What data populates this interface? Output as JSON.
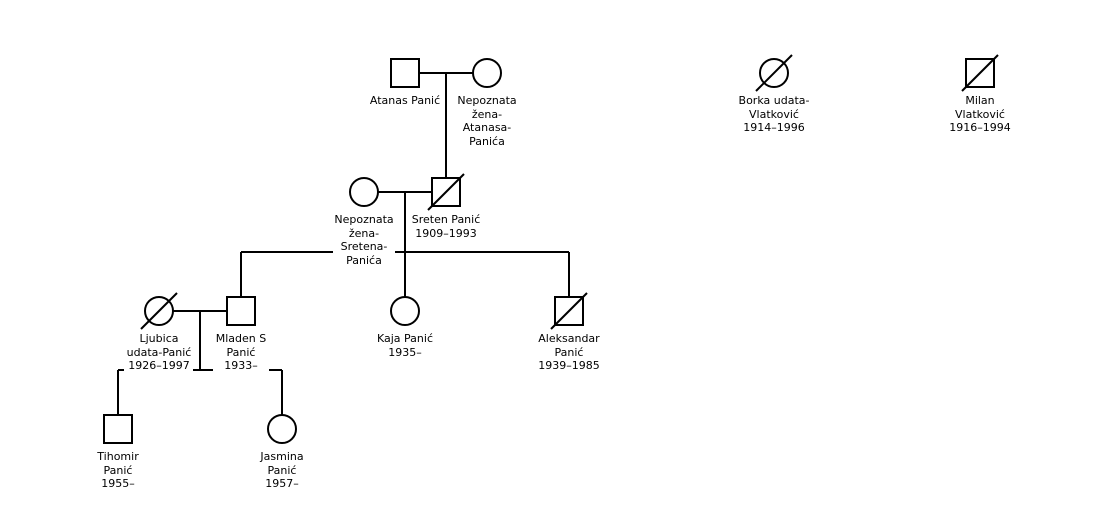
{
  "people": [
    {
      "id": "atanas",
      "sex": "male",
      "deceased": false,
      "name_lines": [
        "Atanas Panić"
      ],
      "dates": ""
    },
    {
      "id": "nepoznata-atanas",
      "sex": "female",
      "deceased": false,
      "name_lines": [
        "Nepoznata",
        "žena-",
        "Atanasa-",
        "Panića"
      ],
      "dates": ""
    },
    {
      "id": "borka",
      "sex": "female",
      "deceased": true,
      "name_lines": [
        "Borka udata-",
        "Vlatković"
      ],
      "dates": "1914–1996"
    },
    {
      "id": "milan",
      "sex": "male",
      "deceased": true,
      "name_lines": [
        "Milan",
        "Vlatković"
      ],
      "dates": "1916–1994"
    },
    {
      "id": "nepoznata-sreten",
      "sex": "female",
      "deceased": false,
      "name_lines": [
        "Nepoznata",
        "žena-",
        "Sretena-",
        "Panića"
      ],
      "dates": ""
    },
    {
      "id": "sreten",
      "sex": "male",
      "deceased": true,
      "name_lines": [
        "Sreten Panić"
      ],
      "dates": "1909–1993"
    },
    {
      "id": "ljubica",
      "sex": "female",
      "deceased": true,
      "name_lines": [
        "Ljubica",
        "udata-Panić"
      ],
      "dates": "1926–1997"
    },
    {
      "id": "mladen",
      "sex": "male",
      "deceased": false,
      "name_lines": [
        "Mladen S",
        "Panić"
      ],
      "dates": "1933–"
    },
    {
      "id": "kaja",
      "sex": "female",
      "deceased": false,
      "name_lines": [
        "Kaja Panić"
      ],
      "dates": "1935–"
    },
    {
      "id": "aleksandar",
      "sex": "male",
      "deceased": true,
      "name_lines": [
        "Aleksandar",
        "Panić"
      ],
      "dates": "1939–1985"
    },
    {
      "id": "tihomir",
      "sex": "male",
      "deceased": false,
      "name_lines": [
        "Tihomir",
        "Panić"
      ],
      "dates": "1955–"
    },
    {
      "id": "jasmina",
      "sex": "female",
      "deceased": false,
      "name_lines": [
        "Jasmina",
        "Panić"
      ],
      "dates": "1957–"
    }
  ],
  "couples": [
    {
      "partners": [
        "atanas",
        "nepoznata-atanas"
      ],
      "children": [
        "sreten"
      ]
    },
    {
      "partners": [
        "nepoznata-sreten",
        "sreten"
      ],
      "children": [
        "mladen",
        "kaja",
        "aleksandar"
      ]
    },
    {
      "partners": [
        "ljubica",
        "mladen"
      ],
      "children": [
        "tihomir",
        "jasmina"
      ]
    }
  ],
  "colors": {
    "stroke": "#000000",
    "background": "#ffffff"
  }
}
